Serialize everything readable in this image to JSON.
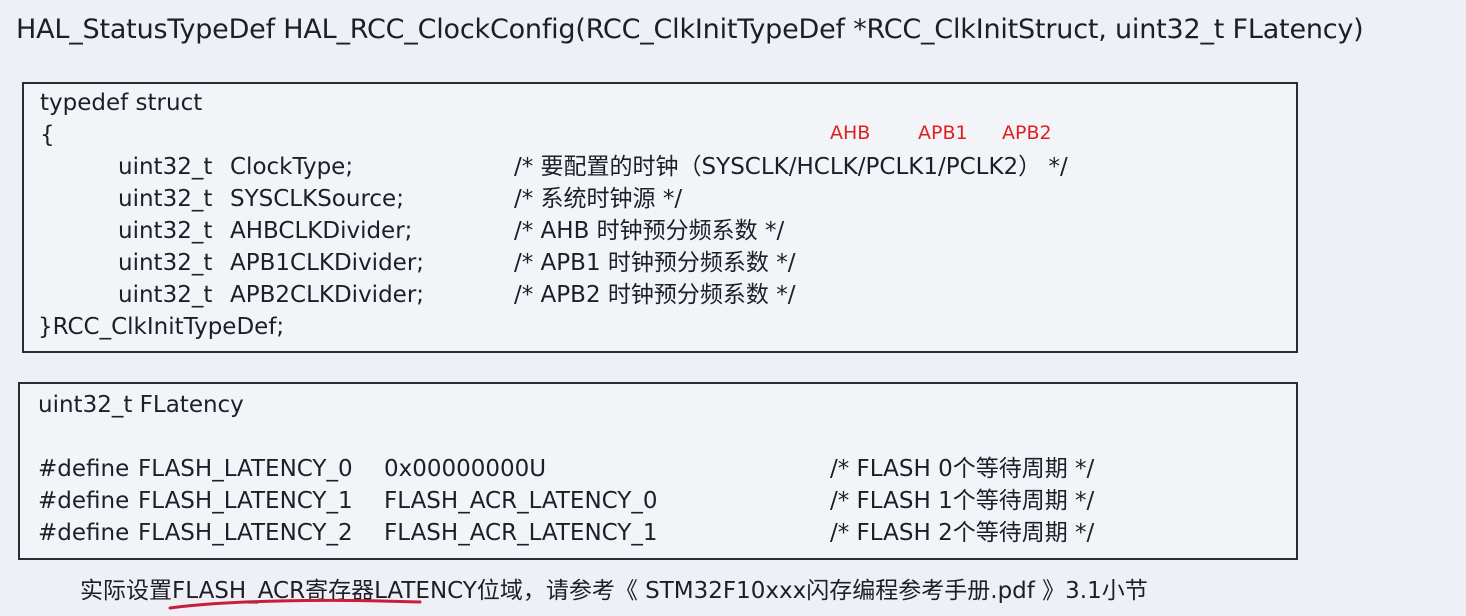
{
  "title": "HAL_StatusTypeDef HAL_RCC_ClockConfig(RCC_ClkInitTypeDef  *RCC_ClkInitStruct, uint32_t FLatency)",
  "struct_box": {
    "open": "typedef struct",
    "brace": "{",
    "annotations": [
      "AHB",
      "APB1",
      "APB2"
    ],
    "fields": [
      {
        "type": "uint32_t",
        "name": "ClockType;",
        "comment": "/* 要配置的时钟（SYSCLK/HCLK/PCLK1/PCLK2） */"
      },
      {
        "type": "uint32_t",
        "name": "SYSCLKSource;",
        "comment": "/* 系统时钟源 */"
      },
      {
        "type": "uint32_t",
        "name": "AHBCLKDivider;",
        "comment": "/* AHB  时钟预分频系数 */"
      },
      {
        "type": "uint32_t",
        "name": "APB1CLKDivider;",
        "comment": "/* APB1 时钟预分频系数 */"
      },
      {
        "type": "uint32_t",
        "name": "APB2CLKDivider;",
        "comment": "/* APB2 时钟预分频系数 */"
      }
    ],
    "close": "}RCC_ClkInitTypeDef;"
  },
  "latency_box": {
    "header": "uint32_t FLatency",
    "defines": [
      {
        "keyword": "#define",
        "name": "FLASH_LATENCY_0",
        "value": "0x00000000U",
        "comment": "/* FLASH 0个等待周期 */"
      },
      {
        "keyword": "#define",
        "name": "FLASH_LATENCY_1",
        "value": "FLASH_ACR_LATENCY_0",
        "comment": "/* FLASH 1个等待周期 */"
      },
      {
        "keyword": "#define",
        "name": "FLASH_LATENCY_2",
        "value": "FLASH_ACR_LATENCY_1",
        "comment": "/* FLASH 2个等待周期 */"
      }
    ]
  },
  "footer": "实际设置FLASH_ACR寄存器LATENCY位域，请参考《 STM32F10xxx闪存编程参考手册.pdf 》3.1小节",
  "colors": {
    "annotation": "#e02020",
    "underline": "#c81e3c"
  }
}
